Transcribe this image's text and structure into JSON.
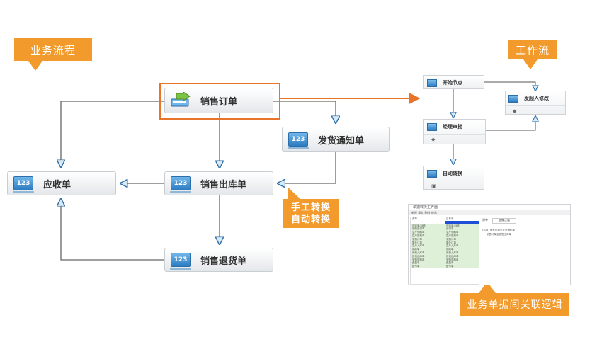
{
  "callouts": {
    "business_flow": "业务流程",
    "workflow": "工作流",
    "manual_line1": "手工转换",
    "manual_line2": "自动转换",
    "doc_logic": "业务单据间关联逻辑"
  },
  "nodes": {
    "sales_order": "销售订单",
    "delivery_notice": "发货通知单",
    "sales_outbound": "销售出库单",
    "receivable": "应收单",
    "sales_return": "销售退货单"
  },
  "icon_text": "123",
  "workflow": {
    "start": "开始节点",
    "initiator_modify": "发起人修改",
    "manager_review": "经理审批",
    "auto_convert": "自动转换"
  },
  "screenshot": {
    "title": "单据转换主界面",
    "toolbar": "新建  保存  删除  退出",
    "left_header": [
      "源单",
      "目标单"
    ],
    "left_rows": [
      [
        "",
        ""
      ],
      [
        "应收单(标准)",
        "应收单(标准)"
      ],
      [
        "采购应付单",
        "应付单"
      ],
      [
        "生产领料单",
        "生产领料单"
      ],
      [
        "生产退料单",
        "生产退料单"
      ],
      [
        "采购订单",
        "采购订单"
      ],
      [
        "委外订单",
        "委外订单"
      ],
      [
        "生产入库单",
        "生产入库单"
      ],
      [
        "调拨单",
        "调拨单"
      ],
      [
        "其他入库单",
        "其他入库单"
      ],
      [
        "其他出库单",
        "其他出库单"
      ],
      [
        "采购退料单",
        "采购退料单"
      ],
      [
        "盘盈单",
        "盘盈单"
      ],
      [
        "盘亏单",
        "盘亏单"
      ]
    ],
    "right_label": "源单",
    "right_value": "销售订单",
    "right_items": [
      "[启用] 销售订单至发货通知单",
      "销售订单至销售出库单"
    ]
  },
  "colors": {
    "callout": "#f39a2c",
    "highlight": "#e8742a",
    "line": "#666666",
    "arrow_fill": "#d9e9f6",
    "arrow_stroke": "#2c6ea6"
  }
}
